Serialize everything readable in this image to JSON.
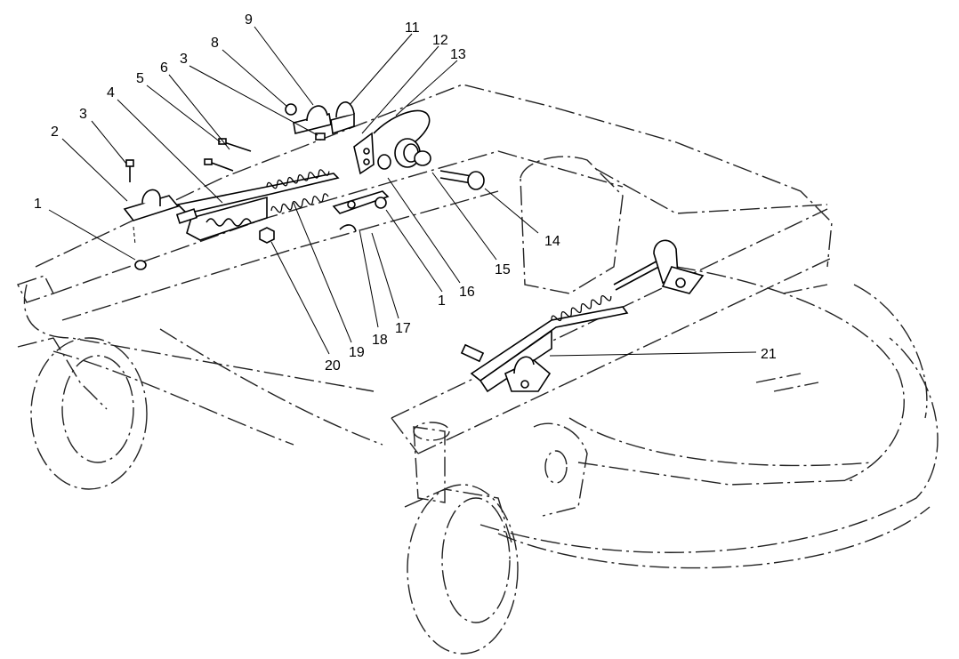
{
  "callouts": [
    {
      "id": "c1a",
      "text": "1"
    },
    {
      "id": "c2",
      "text": "2"
    },
    {
      "id": "c3a",
      "text": "3"
    },
    {
      "id": "c4",
      "text": "4"
    },
    {
      "id": "c5",
      "text": "5"
    },
    {
      "id": "c6",
      "text": "6"
    },
    {
      "id": "c3b",
      "text": "3"
    },
    {
      "id": "c8",
      "text": "8"
    },
    {
      "id": "c9",
      "text": "9"
    },
    {
      "id": "c11",
      "text": "11"
    },
    {
      "id": "c12",
      "text": "12"
    },
    {
      "id": "c13",
      "text": "13"
    },
    {
      "id": "c14",
      "text": "14"
    },
    {
      "id": "c15",
      "text": "15"
    },
    {
      "id": "c16",
      "text": "16"
    },
    {
      "id": "c1b",
      "text": "1"
    },
    {
      "id": "c17",
      "text": "17"
    },
    {
      "id": "c18",
      "text": "18"
    },
    {
      "id": "c19",
      "text": "19"
    },
    {
      "id": "c20",
      "text": "20"
    },
    {
      "id": "c21",
      "text": "21"
    }
  ]
}
